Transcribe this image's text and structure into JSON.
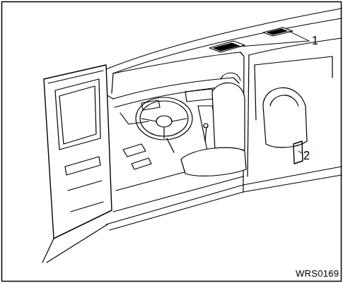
{
  "diagram": {
    "labels": [
      "1",
      "2",
      "WRS0169"
    ]
  }
}
